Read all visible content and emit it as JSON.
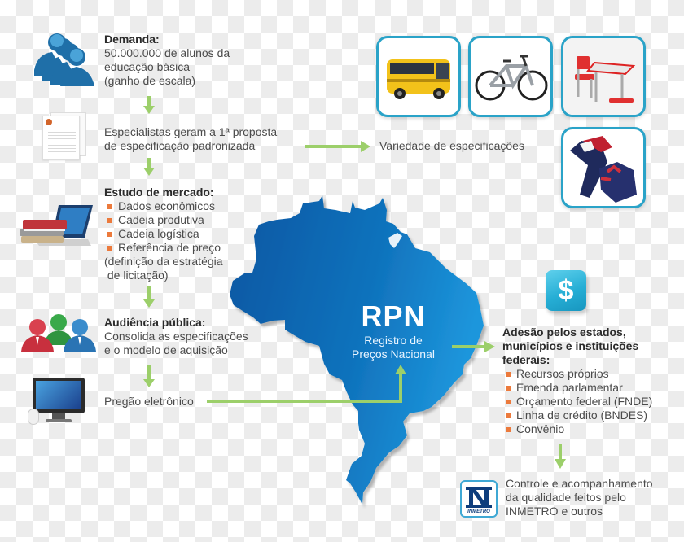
{
  "steps": {
    "demanda": {
      "title": "Demanda:",
      "lines": [
        "50.000.000 de alunos da",
        "educação básica",
        "(ganho de escala)"
      ]
    },
    "especialistas": {
      "lines": [
        "Especialistas geram a 1ª proposta",
        "de especificação padronizada"
      ]
    },
    "variedade": {
      "label": "Variedade de especificações"
    },
    "estudo": {
      "title": "Estudo de mercado:",
      "bullets": [
        "Dados econômicos",
        "Cadeia produtiva",
        "Cadeia logística",
        "Referência de preço"
      ],
      "note": [
        "(definição da estratégia",
        " de licitação)"
      ]
    },
    "audiencia": {
      "title": "Audiência pública:",
      "lines": [
        "Consolida as especificações",
        "e o modelo de aquisição"
      ]
    },
    "pregao": {
      "label": "Pregão eletrônico"
    }
  },
  "rpn": {
    "acronym": "RPN",
    "name_lines": [
      "Registro de",
      "Preços Nacional"
    ]
  },
  "adesao": {
    "title_lines": [
      "Adesão pelos estados,",
      "municípios e instituições",
      "federais:"
    ],
    "bullets": [
      "Recursos próprios",
      "Emenda parlamentar",
      "Orçamento federal (FNDE)",
      "Linha de crédito (BNDES)",
      "Convênio"
    ]
  },
  "controle": {
    "lines": [
      "Controle e acompanhamento",
      "da qualidade feitos pelo",
      "INMETRO e outros"
    ],
    "logo_text": "INMETRO"
  },
  "products": [
    "school-bus",
    "bicycle",
    "school-desk-and-chair",
    "school-uniform"
  ],
  "colors": {
    "arrow": "#9ccf6a",
    "map_dark": "#0b5aa6",
    "map_light": "#1b8fd6",
    "bullet": "#ec7a3c",
    "card_border": "#2aa3c8",
    "dollar_tile": "#27b2d6"
  }
}
